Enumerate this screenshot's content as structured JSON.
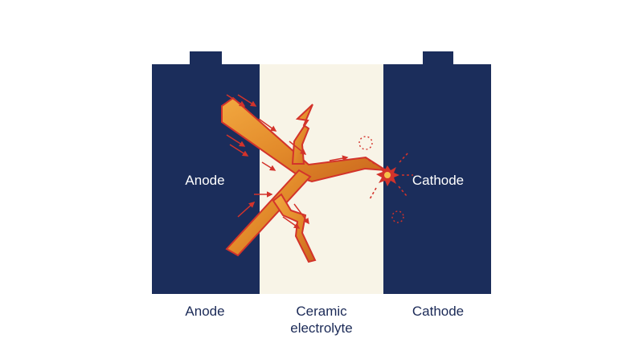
{
  "diagram": {
    "inner_labels": {
      "anode": "Anode",
      "cathode": "Cathode"
    },
    "bottom_labels": {
      "anode": "Anode",
      "electrolyte_line1": "Ceramic",
      "electrolyte_line2": "electrolyte",
      "cathode": "Cathode"
    },
    "colors": {
      "electrode": "#1b2d5b",
      "electrolyte": "#f8f4e7",
      "dendrite_fill": "#e6892a",
      "dendrite_stroke": "#d3332b",
      "arrows": "#d3332b"
    }
  }
}
